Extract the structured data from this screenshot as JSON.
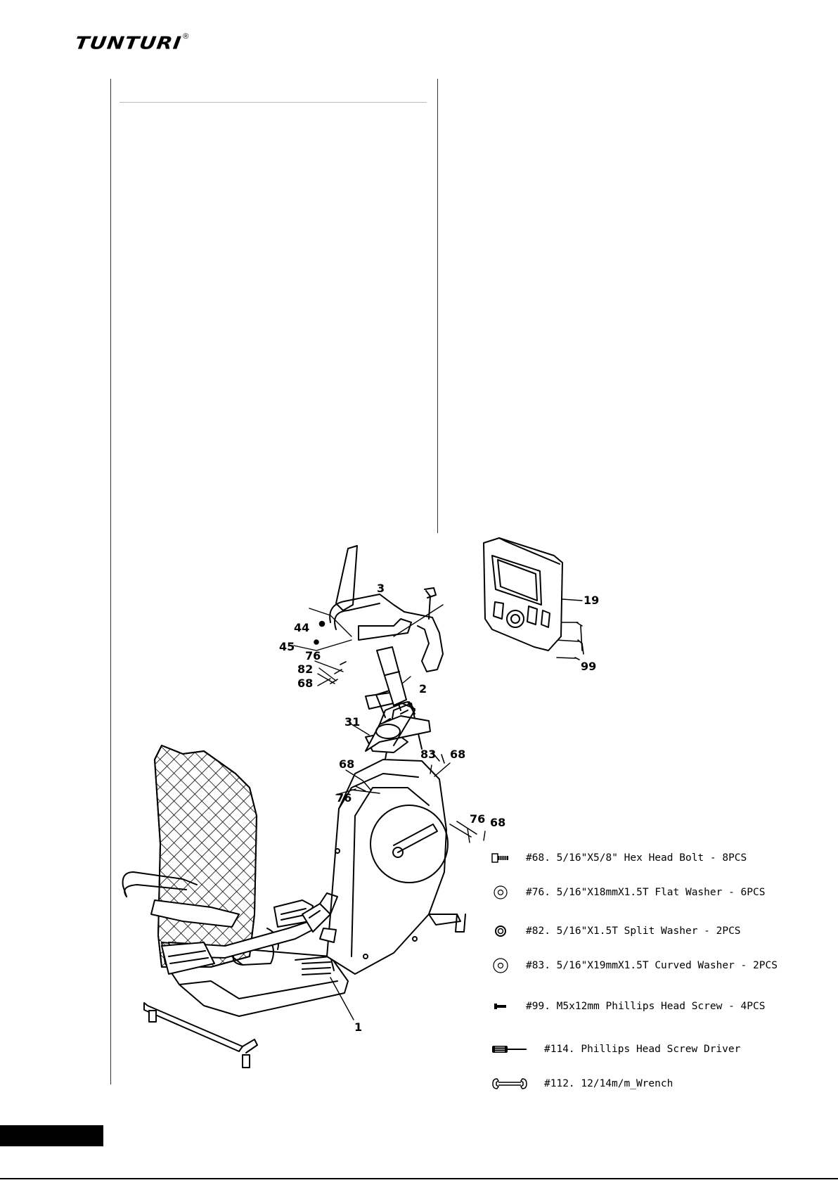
{
  "brand": {
    "name": "TUNTURI",
    "registered": "®"
  },
  "callouts": {
    "c3": "3",
    "c44": "44",
    "c45": "45",
    "c76a": "76",
    "c82": "82",
    "c68a": "68",
    "c2": "2",
    "c31": "31",
    "c19": "19",
    "c99": "99",
    "c68b": "68",
    "c83": "83",
    "c68c": "68",
    "c76b": "76",
    "c76c": "76",
    "c68d": "68",
    "c1": "1"
  },
  "legend": [
    {
      "icon": "hex-bolt-icon",
      "text": "#68. 5/16\"X5/8\" Hex Head Bolt - 8PCS"
    },
    {
      "icon": "flat-washer-icon",
      "text": "#76. 5/16\"X18mmX1.5T Flat Washer - 6PCS"
    },
    {
      "icon": "split-washer-icon",
      "text": "#82. 5/16\"X1.5T Split Washer - 2PCS"
    },
    {
      "icon": "curved-washer-icon",
      "text": "#83. 5/16\"X19mmX1.5T Curved Washer - 2PCS"
    },
    {
      "icon": "phillips-screw-icon",
      "text": "#99. M5x12mm Phillips Head Screw - 4PCS"
    },
    {
      "icon": "screwdriver-icon",
      "text": "#114. Phillips Head Screw Driver"
    },
    {
      "icon": "wrench-icon",
      "text": "#112. 12/14m/m_Wrench"
    }
  ]
}
